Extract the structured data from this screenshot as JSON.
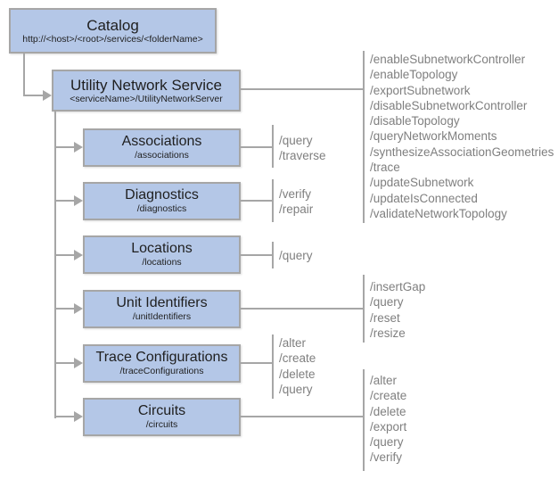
{
  "colors": {
    "box_fill": "#b4c7e7",
    "box_border": "#a6a6a6",
    "connector_line": "#a6a6a6",
    "operation_text": "#7f7f7f",
    "node_text": "#1f1f1f"
  },
  "nodes": {
    "catalog": {
      "title": "Catalog",
      "subtitle": "http://<host>/<root>/services/<folderName>"
    },
    "utility_network_service": {
      "title": "Utility Network Service",
      "subtitle": "<serviceName>/UtilityNetworkServer",
      "operations": [
        "/enableSubnetworkController",
        "/enableTopology",
        "/exportSubnetwork",
        "/disableSubnetworkController",
        "/disableTopology",
        "/queryNetworkMoments",
        "/synthesizeAssociationGeometries",
        "/trace",
        "/updateSubnetwork",
        "/updateIsConnected",
        "/validateNetworkTopology"
      ]
    },
    "associations": {
      "title": "Associations",
      "subtitle": "/associations",
      "operations": [
        "/query",
        "/traverse"
      ]
    },
    "diagnostics": {
      "title": "Diagnostics",
      "subtitle": "/diagnostics",
      "operations": [
        "/verify",
        "/repair"
      ]
    },
    "locations": {
      "title": "Locations",
      "subtitle": "/locations",
      "operations": [
        "/query"
      ]
    },
    "unit_identifiers": {
      "title": "Unit Identifiers",
      "subtitle": "/unitIdentifiers",
      "operations": [
        "/insertGap",
        "/query",
        "/reset",
        "/resize"
      ]
    },
    "trace_configurations": {
      "title": "Trace Configurations",
      "subtitle": "/traceConfigurations",
      "operations": [
        "/alter",
        "/create",
        "/delete",
        "/query"
      ]
    },
    "circuits": {
      "title": "Circuits",
      "subtitle": "/circuits",
      "operations": [
        "/alter",
        "/create",
        "/delete",
        "/export",
        "/query",
        "/verify"
      ]
    }
  }
}
